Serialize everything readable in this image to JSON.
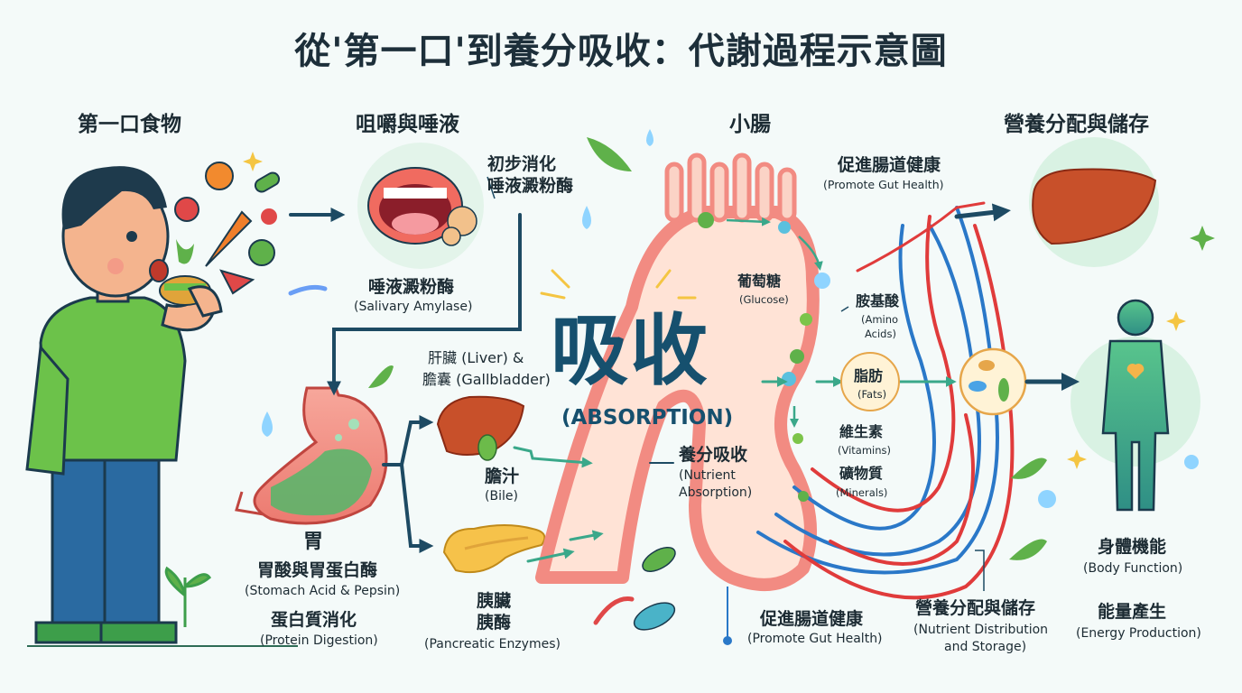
{
  "title": "從'第一口'到養分吸收：代謝過程示意圖",
  "sections": {
    "first_bite": "第一口食物",
    "chewing": "咀嚼與唾液",
    "small_intestine": "小腸",
    "distribution": "營養分配與儲存"
  },
  "mouth": {
    "note_zh_1": "初步消化",
    "note_zh_2": "唾液澱粉酶",
    "enzyme_zh": "唾液澱粉酶",
    "enzyme_en": "(Salivary Amylase)"
  },
  "stomach": {
    "label": "胃",
    "acid_zh": "胃酸與胃蛋白酶",
    "acid_en": "(Stomach Acid & Pepsin)",
    "digest_zh": "蛋白質消化",
    "digest_en": "(Protein Digestion)"
  },
  "liver": {
    "label_1": "肝臟 (Liver) &",
    "label_2": "膽囊 (Gallbladder)",
    "bile_zh": "膽汁",
    "bile_en": "(Bile)"
  },
  "pancreas": {
    "zh_1": "胰臟",
    "zh_2": "胰酶",
    "en": "(Pancreatic Enzymes)"
  },
  "absorption": {
    "zh": "吸收",
    "en": "(ABSORPTION)",
    "nutrient_zh": "養分吸收",
    "nutrient_en_1": "(Nutrient",
    "nutrient_en_2": "Absorption)"
  },
  "nutrients": {
    "glucose_zh": "葡萄糖",
    "glucose_en": "(Glucose)",
    "amino_zh": "胺基酸",
    "amino_en_1": "(Amino",
    "amino_en_2": "Acids)",
    "fat_zh": "脂肪",
    "fat_en": "(Fats)",
    "vitamin_zh": "維生素",
    "vitamin_en": "(Vitamins)",
    "mineral_zh": "礦物質",
    "mineral_en": "(Minerals)"
  },
  "gut_health": {
    "top_zh": "促進腸道健康",
    "top_en": "(Promote Gut Health)",
    "bottom_zh": "促進腸道健康",
    "bottom_en": "(Promote Gut Health)"
  },
  "storage": {
    "zh": "營養分配與儲存",
    "en_1": "(Nutrient Distribution",
    "en_2": "and Storage)"
  },
  "body": {
    "function_zh": "身體機能",
    "function_en": "(Body Function)",
    "energy_zh": "能量產生",
    "energy_en": "(Energy Production)"
  },
  "colors": {
    "arrow": "#1d4a63",
    "intestine": "#f28b82",
    "intestine_inner": "#ffe3d6",
    "vessel_red": "#e03b3b",
    "vessel_blue": "#2a78c8",
    "liver": "#c8502a",
    "body_green": "#3fb27f",
    "title_blue": "#16506e"
  }
}
